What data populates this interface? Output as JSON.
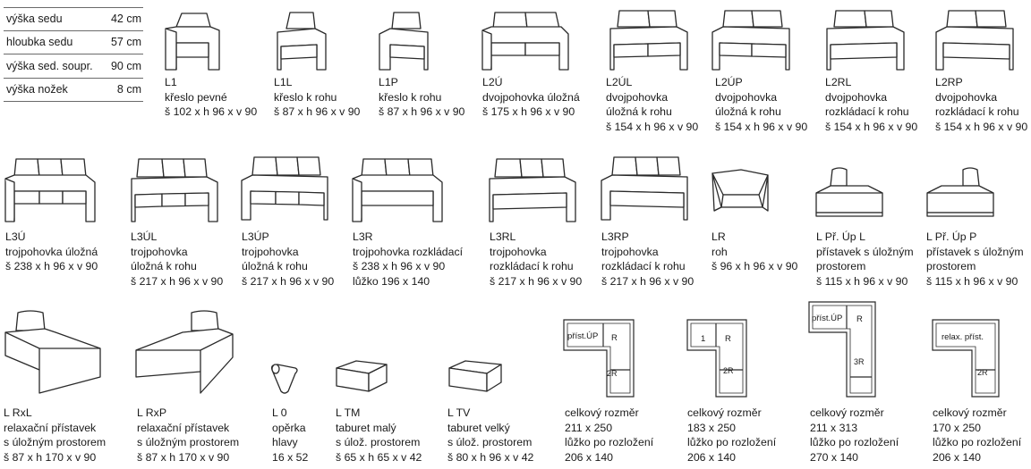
{
  "specs": [
    {
      "label": "výška sedu",
      "value": "42 cm"
    },
    {
      "label": "hloubka sedu",
      "value": "57 cm"
    },
    {
      "label": "výška sed. soupr.",
      "value": "90 cm"
    },
    {
      "label": "výška nožek",
      "value": "8 cm"
    }
  ],
  "items": [
    {
      "code": "L1",
      "lines": [
        "křeslo pevné",
        "š 102 x h 96 x v 90"
      ]
    },
    {
      "code": "L1L",
      "lines": [
        "křeslo k rohu",
        "š 87 x h 96 x v 90"
      ]
    },
    {
      "code": "L1P",
      "lines": [
        "křeslo k rohu",
        "š 87 x h 96 x v 90"
      ]
    },
    {
      "code": "L2Ú",
      "lines": [
        "dvojpohovka úložná",
        "š 175 x h 96 x v 90"
      ]
    },
    {
      "code": "L2ÚL",
      "lines": [
        "dvojpohovka",
        "úložná k rohu",
        "š 154 x h 96 x v 90"
      ]
    },
    {
      "code": "L2ÚP",
      "lines": [
        "dvojpohovka",
        "úložná k rohu",
        "š 154 x h 96 x v 90"
      ]
    },
    {
      "code": "L2RL",
      "lines": [
        "dvojpohovka",
        "rozkládací k rohu",
        "š 154 x h 96 x v 90"
      ]
    },
    {
      "code": "L2RP",
      "lines": [
        "dvojpohovka",
        "rozkládací k rohu",
        "š 154 x h 96 x v 90"
      ]
    },
    {
      "code": "L3Ú",
      "lines": [
        "trojpohovka úložná",
        "š 238 x h 96 x v 90"
      ]
    },
    {
      "code": "L3ÚL",
      "lines": [
        "trojpohovka",
        "úložná k rohu",
        "š 217 x h 96 x v 90"
      ]
    },
    {
      "code": "L3ÚP",
      "lines": [
        "trojpohovka",
        "úložná k rohu",
        "š 217 x h 96 x v 90"
      ]
    },
    {
      "code": "L3R",
      "lines": [
        "trojpohovka rozkládací",
        "š 238 x h 96 x v 90",
        "lůžko 196 x 140"
      ]
    },
    {
      "code": "L3RL",
      "lines": [
        "trojpohovka",
        "rozkládací k rohu",
        "š 217 x h 96 x v 90"
      ]
    },
    {
      "code": "L3RP",
      "lines": [
        "trojpohovka",
        "rozkládací k rohu",
        "š 217 x h 96 x v 90"
      ]
    },
    {
      "code": "LR",
      "lines": [
        "roh",
        "š 96 x h 96 x v 90"
      ]
    },
    {
      "code": "L Př. Úp L",
      "lines": [
        "přístavek s úložným",
        "prostorem",
        "š 115 x h 96 x v 90"
      ]
    },
    {
      "code": "L Př. Úp P",
      "lines": [
        "přístavek s úložným",
        "prostorem",
        "š 115 x h 96 x v 90"
      ]
    },
    {
      "code": "L RxL",
      "lines": [
        "relaxační přístavek",
        "s úložným prostorem",
        "š 87 x h 170 x v 90"
      ]
    },
    {
      "code": "L RxP",
      "lines": [
        "relaxační přístavek",
        "s úložným prostorem",
        "š 87 x h 170 x v 90"
      ]
    },
    {
      "code": "L 0",
      "lines": [
        "opěrka",
        "hlavy",
        "16 x 52"
      ]
    },
    {
      "code": "L TM",
      "lines": [
        "taburet malý",
        "s úlož. prostorem",
        "š 65 x h 65 x v 42"
      ]
    },
    {
      "code": "L TV",
      "lines": [
        "taburet velký",
        "s úlož. prostorem",
        "š 80 x h 96 x v 42"
      ]
    },
    {
      "code": "celkový rozměr",
      "lines": [
        "211 x 250",
        "lůžko po rozložení",
        "206 x 140"
      ]
    },
    {
      "code": "celkový rozměr",
      "lines": [
        "183 x 250",
        "lůžko po rozložení",
        "206 x 140"
      ]
    },
    {
      "code": "celkový rozměr",
      "lines": [
        "211 x 313",
        "lůžko po rozložení",
        "270 x 140"
      ]
    },
    {
      "code": "celkový rozměr",
      "lines": [
        "170 x 250",
        "lůžko po rozložení",
        "206 x 140"
      ]
    }
  ],
  "plans": [
    {
      "labels": [
        "příst.ÚP",
        "R",
        "2R"
      ]
    },
    {
      "labels": [
        "1",
        "R",
        "2R"
      ]
    },
    {
      "labels": [
        "příst.ÚP",
        "R",
        "3R"
      ]
    },
    {
      "labels": [
        "relax. příst.",
        "2R"
      ]
    }
  ],
  "colors": {
    "line": "#2a2a2a",
    "text": "#1a1a1a",
    "rule": "#6a6a6a"
  }
}
